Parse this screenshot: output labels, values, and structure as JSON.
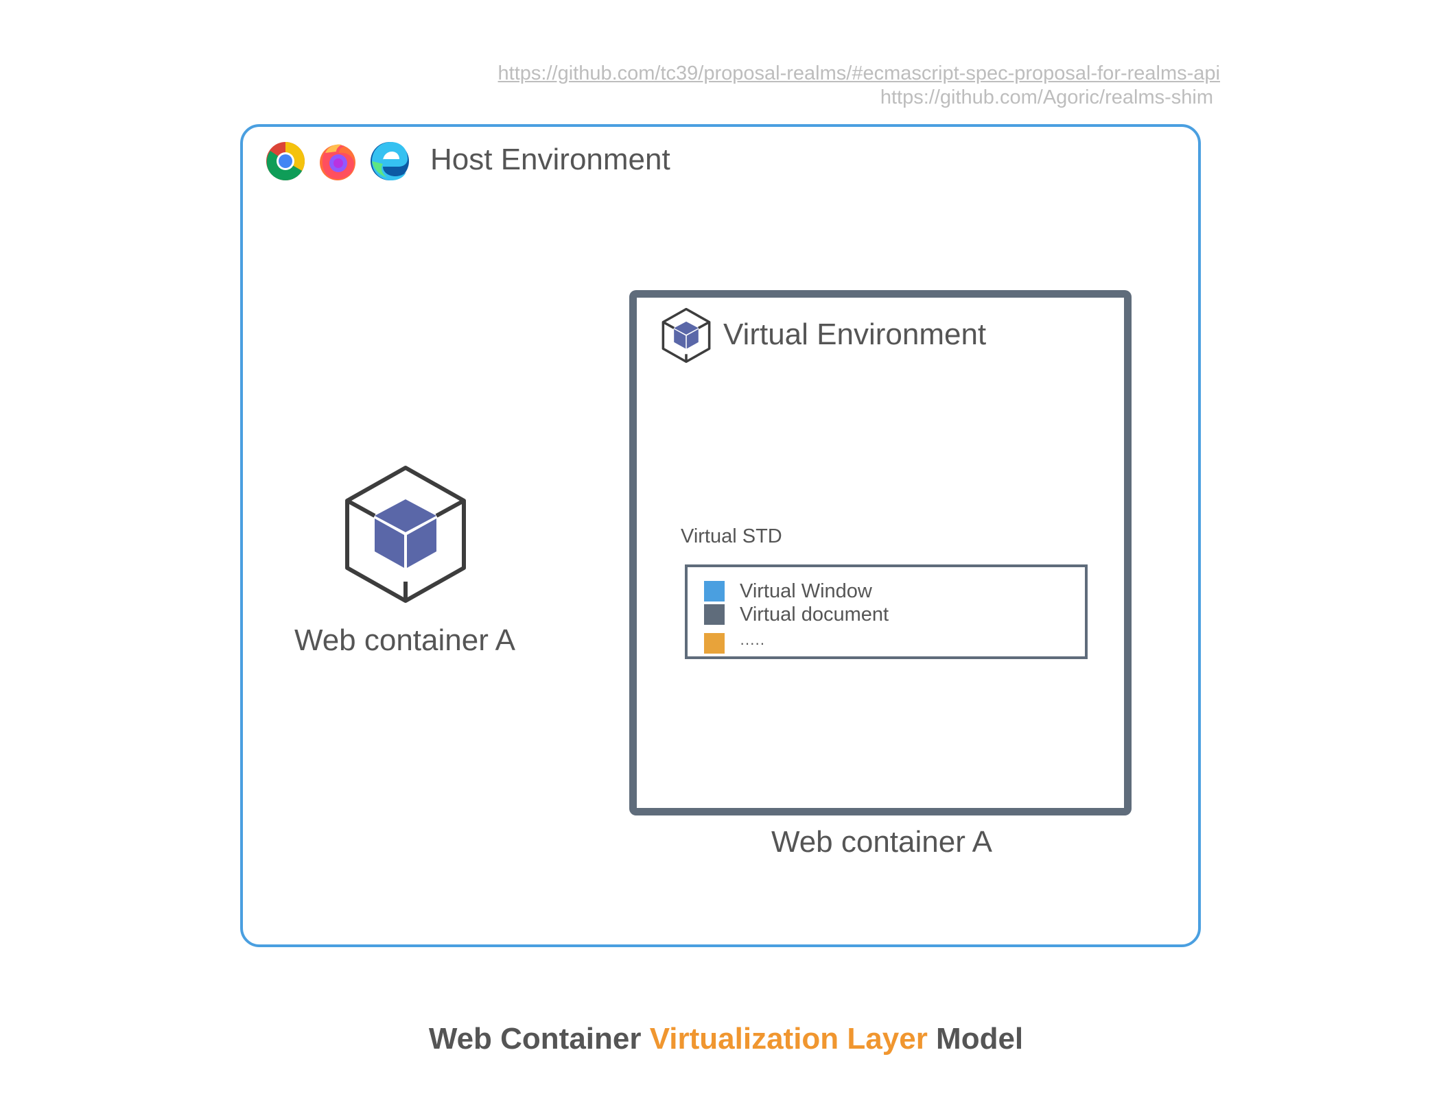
{
  "references": {
    "link1": "https://github.com/tc39/proposal-realms/#ecmascript-spec-proposal-for-realms-api",
    "link2": "https://github.com/Agoric/realms-shim"
  },
  "host": {
    "title": "Host Environment",
    "browser_icons": [
      "chrome-icon",
      "firefox-icon",
      "edge-icon"
    ],
    "border_color": "#4a9fe0"
  },
  "web_container_left": {
    "label": "Web container A",
    "icon": "cube-icon"
  },
  "virtual": {
    "title": "Virtual Environment",
    "icon": "cube-icon",
    "border_color": "#5f6c7b",
    "std_label": "Virtual STD",
    "std_items": [
      {
        "label": "Virtual Window",
        "color": "#4a9fe0"
      },
      {
        "label": "Virtual document",
        "color": "#5f6c7b"
      },
      {
        "label": "·····",
        "color": "#e8a33a"
      }
    ]
  },
  "web_container_right": {
    "label": "Web container A"
  },
  "caption": {
    "part1": "Web Container ",
    "part2": "Virtualization Layer",
    "part3": " Model",
    "accent_color": "#f0962f"
  }
}
